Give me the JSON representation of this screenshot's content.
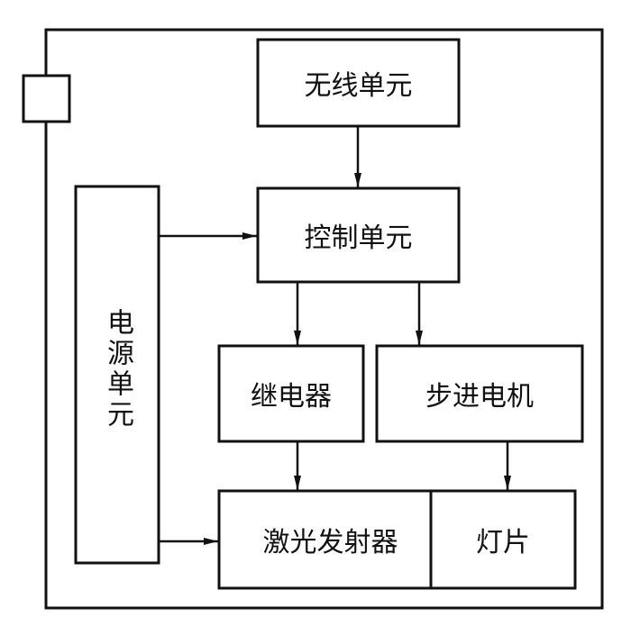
{
  "diagram": {
    "type": "block-diagram",
    "blocks": {
      "wireless": "无线单元",
      "control": "控制单元",
      "power": "电源单元",
      "relay": "继电器",
      "stepper": "步进电机",
      "laser": "激光发射器",
      "lamp": "灯片"
    },
    "connections": [
      {
        "from": "无线单元",
        "to": "控制单元"
      },
      {
        "from": "电源单元",
        "to": "控制单元"
      },
      {
        "from": "控制单元",
        "to": "继电器"
      },
      {
        "from": "控制单元",
        "to": "步进电机"
      },
      {
        "from": "继电器",
        "to": "激光发射器"
      },
      {
        "from": "步进电机",
        "to": "灯片"
      },
      {
        "from": "电源单元",
        "to": "激光发射器"
      }
    ],
    "colors": {
      "line": "#111111",
      "background": "#ffffff"
    }
  }
}
